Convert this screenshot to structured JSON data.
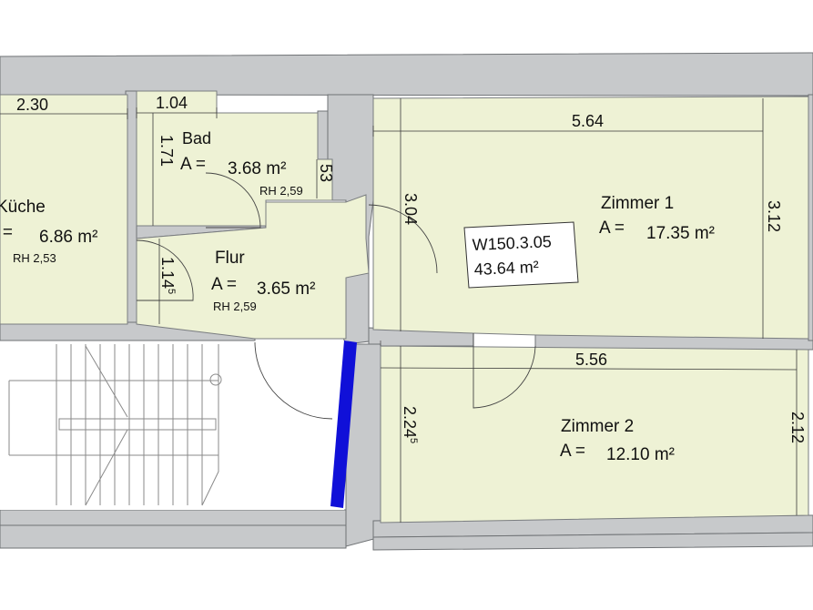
{
  "apartment": {
    "id": "W150.3.05",
    "total_area": "43.64 m²"
  },
  "rooms": {
    "kueche": {
      "name": "Küche",
      "area_prefix": "A =",
      "area": "6.86 m²",
      "height": "RH 2,53",
      "width": "2.30"
    },
    "bad": {
      "name": "Bad",
      "area_prefix": "A =",
      "area": "3.68 m²",
      "height": "RH 2,59",
      "width": "1.04",
      "depth": "1.71",
      "niche": "53"
    },
    "flur": {
      "name": "Flur",
      "area_prefix": "A =",
      "area": "3.65 m²",
      "height": "RH 2,59",
      "dim": "1.14",
      "dim_sup": "5"
    },
    "zimmer1": {
      "name": "Zimmer 1",
      "area_prefix": "A =",
      "area": "17.35 m²",
      "width": "5.64",
      "depth_left": "3.04",
      "depth_right": "3.12"
    },
    "zimmer2": {
      "name": "Zimmer 2",
      "area_prefix": "A =",
      "area": "12.10 m²",
      "width": "5.56",
      "depth_left": "2.24",
      "depth_left_sup": "5",
      "depth_right": "2.12"
    }
  },
  "colors": {
    "room_fill": "#eef2d5",
    "wall_fill": "#c7c9cb",
    "entry_door": "#1010d8"
  }
}
